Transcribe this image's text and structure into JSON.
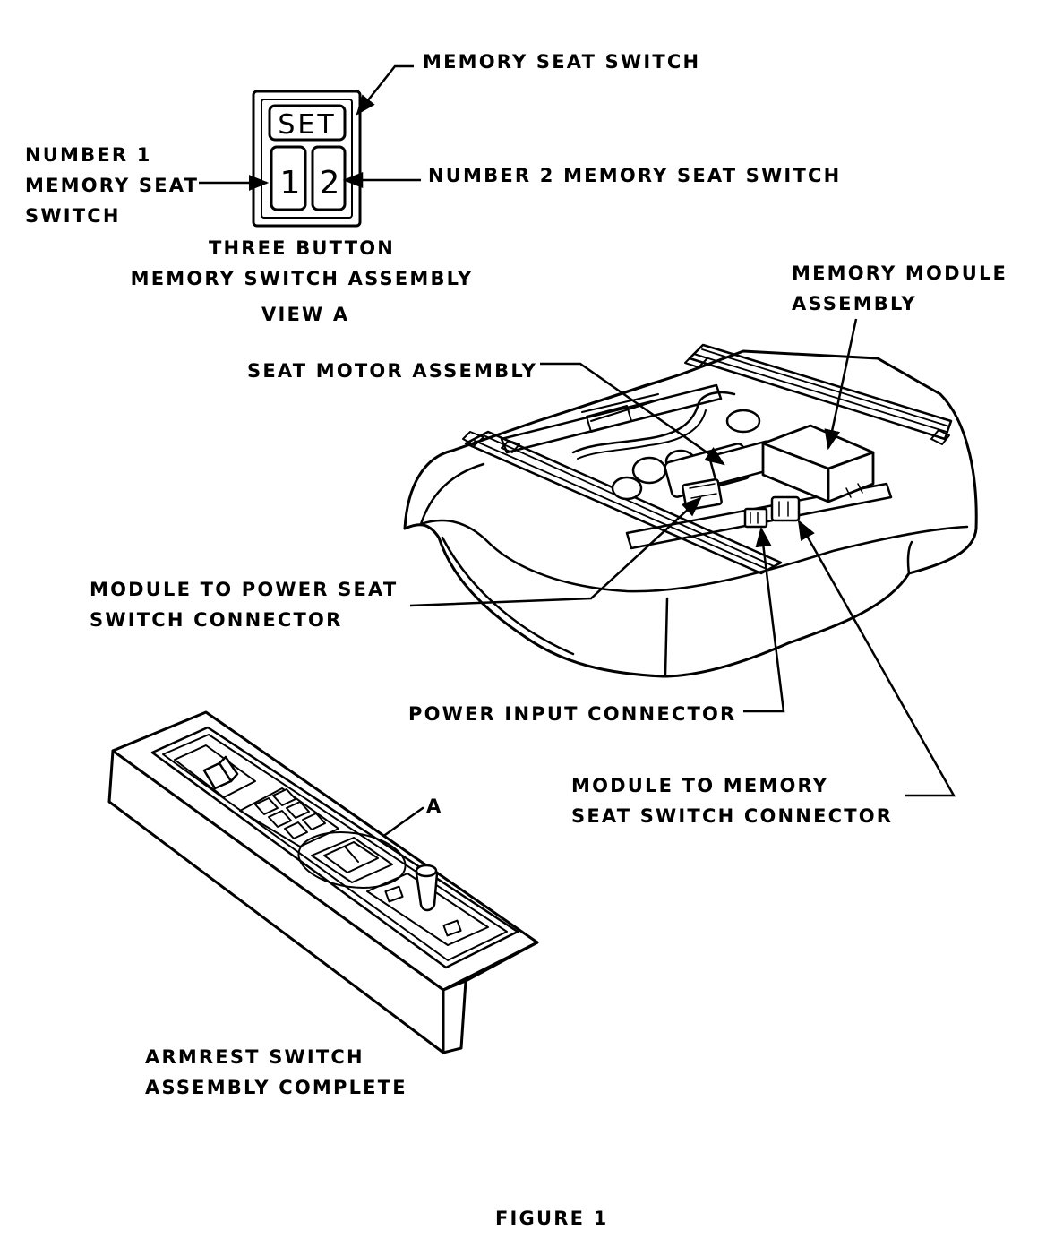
{
  "switch_faces": {
    "set": "SET",
    "one": "1",
    "two": "2"
  },
  "labels": {
    "memory_seat_switch": "MEMORY SEAT SWITCH",
    "number1": [
      "NUMBER 1",
      "MEMORY SEAT",
      "SWITCH"
    ],
    "number2": "NUMBER 2 MEMORY SEAT SWITCH",
    "view_a_title": [
      "THREE BUTTON",
      "MEMORY SWITCH ASSEMBLY"
    ],
    "view_a": "VIEW A",
    "memory_module": [
      "MEMORY MODULE",
      "ASSEMBLY"
    ],
    "seat_motor": "SEAT MOTOR ASSEMBLY",
    "module_power_seat": [
      "MODULE TO POWER SEAT",
      "SWITCH CONNECTOR"
    ],
    "power_input": "POWER INPUT CONNECTOR",
    "module_memory_seat": [
      "MODULE TO MEMORY",
      "SEAT SWITCH CONNECTOR"
    ],
    "callout_a": "A",
    "armrest": [
      "ARMREST SWITCH",
      "ASSEMBLY COMPLETE"
    ],
    "figure": "FIGURE 1"
  }
}
